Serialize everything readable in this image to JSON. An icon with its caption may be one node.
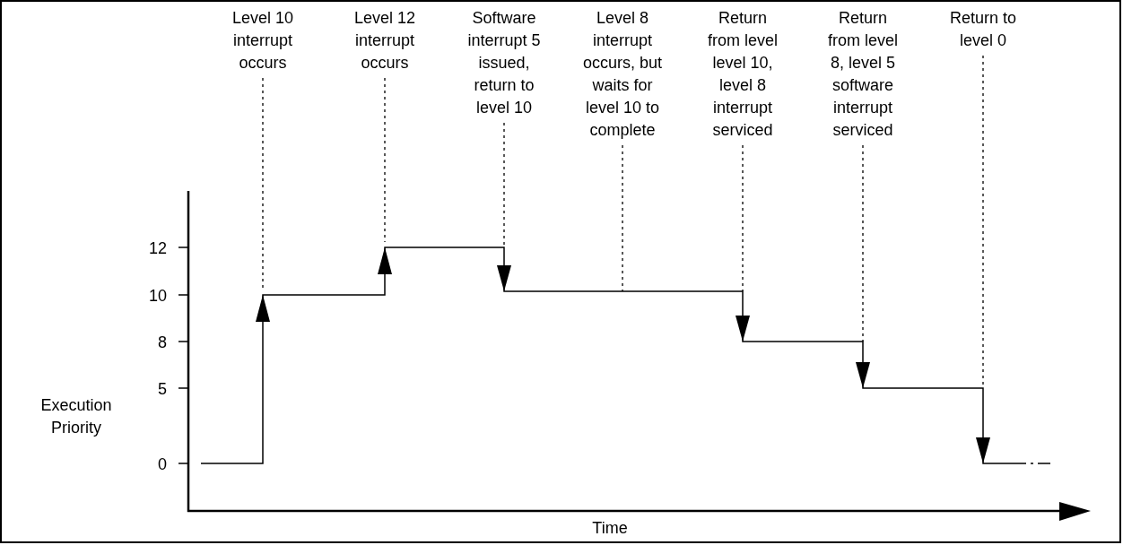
{
  "diagram": {
    "nodes": [
      {
        "text": [
          "Level 10 interrupt occurs"
        ]
      },
      {
        "text": [
          "Level 12 interrupt occurs"
        ]
      },
      {
        "text": [
          "Software interrupt 5 issued, return to level 10"
        ]
      },
      {
        "text": [
          "Level 8 interrupt occurs, but waits for level 10 to complete"
        ]
      },
      {
        "text": [
          "Return from level level 10, level 8 interrupt serviced"
        ]
      },
      {
        "text": [
          "Return from level 8, level 5 software interrupt serviced"
        ]
      },
      {
        "text": [
          "Return to level 0"
        ]
      }
    ],
    "edges": [
      {
        "from": 0,
        "to": null,
        "arrow": "none",
        "style": "dashed"
      },
      {
        "from": 1,
        "to": null,
        "arrow": "none",
        "style": "dashed"
      },
      {
        "from": 2,
        "to": null,
        "arrow": "none",
        "style": "dashed"
      },
      {
        "from": 3,
        "to": null,
        "arrow": "none",
        "style": "dashed"
      },
      {
        "from": 4,
        "to": null,
        "arrow": "none",
        "style": "dashed"
      },
      {
        "from": 5,
        "to": null,
        "arrow": "none",
        "style": "dashed"
      },
      {
        "from": 6,
        "to": null,
        "arrow": "none",
        "style": "dashed"
      }
    ],
    "labels": [
      "12",
      "10",
      "8",
      "5",
      "Execution Priority",
      "0",
      "Time"
    ]
  }
}
